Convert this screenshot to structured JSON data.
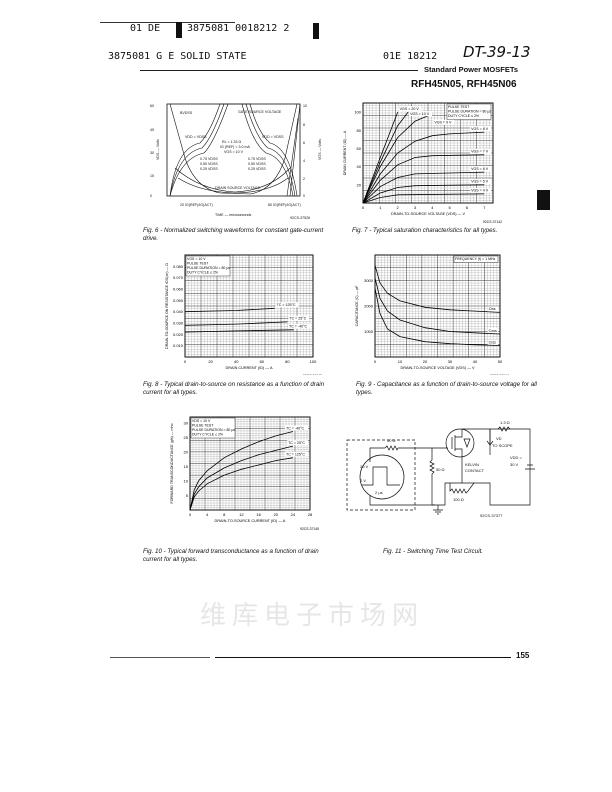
{
  "header": {
    "code_line": "01  DE",
    "code_numbers": "3875081 0018212 2",
    "company": "3875081 G E SOLID STATE",
    "doc_code": "01E 18212",
    "handwritten": "DT-39-13",
    "category": "Standard Power MOSFETs",
    "part_numbers": "RFH45N05, RFH45N06"
  },
  "figures": {
    "fig6": {
      "caption": "Fig. 6 - Normalized switching waveforms for constant gate-current drive.",
      "labels": {
        "bvdss": "BVDSS",
        "gate_source": "GATE SOURCE VOLTAGE",
        "vdd_left": "VDD = VDSS",
        "vdd_right": "VDD = VDSS",
        "cond1": "RL = 1.33 Ω",
        "cond2": "IG (REF) = 3.0 mA",
        "cond3": "VGS = 10 V",
        "l75": "0.75 VDSS",
        "l50": "0.50 VDSS",
        "l25": "0.25 VDSS",
        "drain_source": "DRAIN SOURCE VOLTAGE",
        "t_left": "20 IG(REF)/IG(ACT)",
        "t_right": "80 IG(REF)/IG(ACT)",
        "xlabel": "TIME — microseconds",
        "ylabel_left": "VDS — Volts",
        "ylabel_right": "VGS — Volts",
        "yticks_left": [
          "0",
          "15",
          "30",
          "45",
          "60"
        ],
        "yticks_right": [
          "0",
          "2",
          "4",
          "6",
          "8",
          "10"
        ],
        "code": "92CS-37526"
      }
    },
    "fig7": {
      "caption": "Fig. 7 - Typical saturation characteristics for all types.",
      "code": "92CS-37142",
      "note": [
        "PULSE TEST",
        "PULSE DURATION = 80 μs",
        "DUTY CYCLE ≤ 2%"
      ]
    },
    "fig8": {
      "caption": "Fig. 8 - Typical drain-to-source on resistance as a function of drain current for all types.",
      "code": "92CS-37143",
      "note": [
        "VGS = 10 V",
        "PULSE TEST",
        "PULSE DURATION = 80 μs",
        "DUTY CYCLE ≤ 2%"
      ]
    },
    "fig9": {
      "caption": "Fig. 9 - Capacitance as a function of drain-to-source voltage for all types.",
      "code": "92CS-37146",
      "note": [
        "FREQUENCY (f) = 1 MHz"
      ]
    },
    "fig10": {
      "caption": "Fig. 10 - Typical forward transconductance as a function of drain current for all types.",
      "code": "92CS-37145",
      "note": [
        "VDS = 10 V",
        "PULSE TEST",
        "PULSE DURATION = 80 μs",
        "DUTY CYCLE ≤ 2%"
      ]
    },
    "fig11": {
      "caption": "Fig. 11 - Switching Time Test Circuit.",
      "labels": {
        "r1": "50 Ω",
        "r2": "50 Ω",
        "r3": "100 Ω",
        "r4": "1.3 Ω",
        "v20": "20 V",
        "v0": "0 V",
        "pulse": "2 μs",
        "vd": "VD",
        "scope": "TO SCOPE",
        "kelvin": "KELVIN",
        "contact": "CONTACT",
        "vdd": "VDD =",
        "vdd_val": "30 V",
        "code": "92CS-37377"
      }
    }
  },
  "footer": {
    "page_number": "155"
  },
  "watermark": "维库电子市场网",
  "chart_data": [
    {
      "id": "fig7",
      "type": "line",
      "xlabel": "DRAIN-TO-SOURCE VOLTAGE (VDS) — V",
      "ylabel": "DRAIN CURRENT (ID) — A",
      "xlim": [
        0,
        7.5
      ],
      "ylim": [
        0,
        110
      ],
      "xticks": [
        0,
        1,
        2,
        3,
        4,
        5,
        6,
        7
      ],
      "yticks": [
        20,
        40,
        60,
        80,
        100
      ],
      "grid": true,
      "series": [
        {
          "name": "VGS = 20 V",
          "x": [
            0,
            1,
            2
          ],
          "y": [
            0,
            50,
            100
          ]
        },
        {
          "name": "VGS = 10 V",
          "x": [
            0,
            1,
            2,
            2.6
          ],
          "y": [
            0,
            45,
            85,
            100
          ]
        },
        {
          "name": "VGS = 9 V",
          "x": [
            0,
            1,
            2,
            3,
            4
          ],
          "y": [
            0,
            40,
            72,
            90,
            98
          ]
        },
        {
          "name": "VGS = 8 V",
          "x": [
            0,
            1,
            2,
            3,
            4,
            5,
            7
          ],
          "y": [
            0,
            32,
            55,
            68,
            74,
            76,
            78
          ]
        },
        {
          "name": "VGS = 7 V",
          "x": [
            0,
            1,
            2,
            3,
            4,
            7
          ],
          "y": [
            0,
            25,
            42,
            50,
            52,
            53
          ]
        },
        {
          "name": "VGS = 6 V",
          "x": [
            0,
            1,
            2,
            3,
            7
          ],
          "y": [
            0,
            18,
            28,
            32,
            34
          ]
        },
        {
          "name": "VGS = 5 V",
          "x": [
            0,
            1,
            2,
            3,
            7
          ],
          "y": [
            0,
            11,
            17,
            19,
            20
          ]
        },
        {
          "name": "VGS = 4 V",
          "x": [
            0,
            1,
            2,
            7
          ],
          "y": [
            0,
            6,
            9,
            10
          ]
        }
      ]
    },
    {
      "id": "fig8",
      "type": "line",
      "xlabel": "DRAIN CURRENT (ID) — A",
      "ylabel": "DRAIN-TO-SOURCE ON RESISTANCE rDS(on) — Ω",
      "xlim": [
        0,
        100
      ],
      "ylim": [
        0,
        0.09
      ],
      "xticks": [
        0,
        20,
        40,
        60,
        80,
        100
      ],
      "yticks": [
        0.01,
        0.02,
        0.03,
        0.04,
        0.05,
        0.06,
        0.07,
        0.08
      ],
      "grid": true,
      "series": [
        {
          "name": "TC = 125°C",
          "x": [
            0,
            40,
            70
          ],
          "y": [
            0.04,
            0.041,
            0.043
          ]
        },
        {
          "name": "TC = 25°C",
          "x": [
            0,
            40,
            80
          ],
          "y": [
            0.028,
            0.029,
            0.031
          ]
        },
        {
          "name": "TC = -40°C",
          "x": [
            0,
            40,
            85
          ],
          "y": [
            0.022,
            0.023,
            0.024
          ]
        }
      ]
    },
    {
      "id": "fig9",
      "type": "line",
      "xlabel": "DRAIN-TO-SOURCE VOLTAGE (VDS) — V",
      "ylabel": "CAPACITANCE (C) — pF",
      "xlim": [
        0,
        50
      ],
      "ylim": [
        0,
        4000
      ],
      "xticks": [
        0,
        10,
        20,
        30,
        40,
        50
      ],
      "yticks": [
        1000,
        2000,
        3000
      ],
      "grid": true,
      "series": [
        {
          "name": "Ciss",
          "x": [
            0,
            2,
            5,
            10,
            20,
            30,
            40,
            50
          ],
          "y": [
            3600,
            2900,
            2500,
            2200,
            1950,
            1850,
            1800,
            1750
          ]
        },
        {
          "name": "Coss",
          "x": [
            0,
            2,
            5,
            10,
            20,
            30,
            40,
            50
          ],
          "y": [
            3100,
            2300,
            1800,
            1450,
            1150,
            1000,
            950,
            900
          ]
        },
        {
          "name": "Crss",
          "x": [
            0,
            2,
            5,
            10,
            20,
            30,
            40,
            50
          ],
          "y": [
            2700,
            1700,
            1100,
            800,
            600,
            520,
            480,
            450
          ]
        }
      ]
    },
    {
      "id": "fig10",
      "type": "line",
      "xlabel": "DRAIN-TO-SOURCE CURRENT (ID) — A",
      "ylabel": "FORWARD TRANSCONDUCTANCE (gfs) — mho",
      "xlim": [
        0,
        28
      ],
      "ylim": [
        0,
        32
      ],
      "xticks": [
        0,
        4,
        8,
        12,
        16,
        20,
        24,
        28
      ],
      "yticks": [
        5,
        10,
        15,
        20,
        25,
        30
      ],
      "grid": true,
      "series": [
        {
          "name": "TC = -40°C",
          "x": [
            0,
            1,
            2,
            4,
            8,
            12,
            16,
            20,
            24
          ],
          "y": [
            0,
            7,
            10,
            13.5,
            18,
            21,
            23.5,
            25.5,
            27
          ]
        },
        {
          "name": "TC = 25°C",
          "x": [
            0,
            1,
            2,
            4,
            8,
            12,
            16,
            20,
            24
          ],
          "y": [
            0,
            5.5,
            8,
            11,
            14.5,
            17,
            19,
            20.5,
            22
          ]
        },
        {
          "name": "TC = 125°C",
          "x": [
            0,
            1,
            2,
            4,
            8,
            12,
            16,
            20,
            24
          ],
          "y": [
            0,
            4.5,
            6.5,
            9,
            12,
            14,
            15.5,
            17,
            18
          ]
        }
      ]
    }
  ]
}
